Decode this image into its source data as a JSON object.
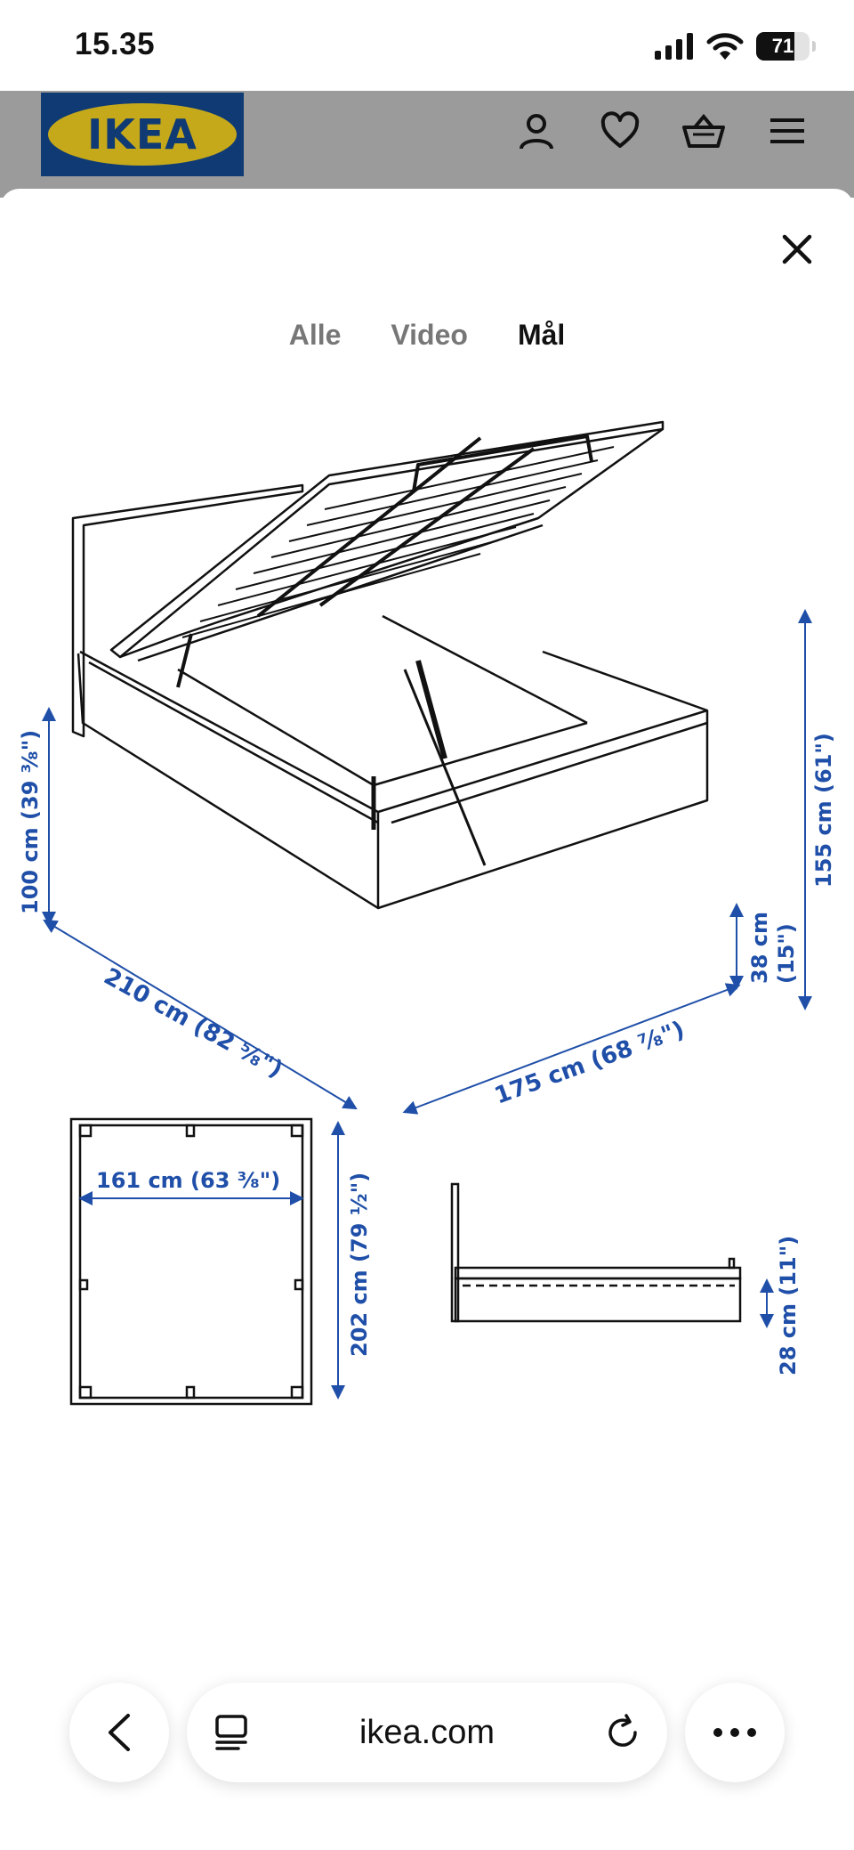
{
  "status_bar": {
    "time": "15.35",
    "battery_level": "71",
    "battery_fraction": 0.71
  },
  "header": {
    "logo_text": "IKEA",
    "logo_colors": {
      "blue": "#0f3a73",
      "yellow": "#c6a91b"
    },
    "icons": [
      "user-icon",
      "heart-icon",
      "basket-icon",
      "menu-icon"
    ]
  },
  "modal": {
    "close_icon": "close-icon",
    "tabs": [
      {
        "label": "Alle",
        "active": false
      },
      {
        "label": "Video",
        "active": false
      },
      {
        "label": "Mål",
        "active": true
      }
    ]
  },
  "dimensions": {
    "color": "#1f4fa8",
    "headboard_height": "100 cm (39 ³⁄₈\")",
    "length": "210 cm (82 ⁵⁄₈\")",
    "width": "175 cm (68 ⁷⁄₈\")",
    "total_height": "155 cm (61\")",
    "frame_height_cm": "38 cm",
    "frame_height_in": "(15\")",
    "inner_width": "161 cm (63 ³⁄₈\")",
    "inner_length": "202 cm (79 ¹⁄₂\")",
    "clearance": "28 cm (11\")"
  },
  "browser_bar": {
    "url": "ikea.com"
  }
}
